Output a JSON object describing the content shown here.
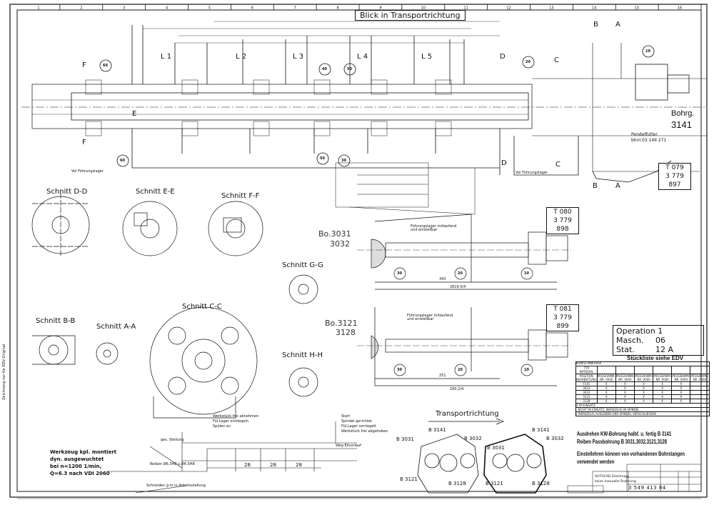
{
  "title": "Blick in Transportrichtung",
  "frame": {
    "top_numbers": [
      "1",
      "2",
      "3",
      "4",
      "5",
      "6",
      "7",
      "8",
      "9",
      "10",
      "11",
      "12",
      "13",
      "14",
      "15",
      "16"
    ]
  },
  "main_view": {
    "bore": "Bohrg.",
    "bore_number": "3141",
    "pendelfutter": "Pendelfutter",
    "pendelfutter_nr": "bhnl.03.149 271",
    "fuehrungslager_left": "Vol Führungslager",
    "fuehrungslager_right": "Vol Führungslager",
    "lanes": [
      "L 1",
      "L 2",
      "L 3",
      "L 4",
      "L 5"
    ],
    "balloons": [
      "60",
      "40",
      "50",
      "20",
      "10",
      "60",
      "50",
      "30"
    ],
    "section_marks": [
      "F",
      "F",
      "D",
      "D",
      "C",
      "C",
      "B",
      "B",
      "A",
      "A",
      "E"
    ]
  },
  "tool_boxes": [
    {
      "line1": "T 079",
      "line2": "3 779 897"
    },
    {
      "line1": "T 080",
      "line2": "3 779 898"
    },
    {
      "line1": "T 081",
      "line2": "3 779 899"
    }
  ],
  "sections": [
    "Schnitt D-D",
    "Schnitt E-E",
    "Schnitt F-F",
    "Schnitt G-G",
    "Schnitt B-B",
    "Schnitt A-A",
    "Schnitt C-C",
    "Schnitt H-H"
  ],
  "detail_views": [
    {
      "bore": "Bo.3031",
      "bore2": "3032",
      "note": "Führungslager mitlaufend und einstellbar",
      "balloons": [
        "30",
        "20",
        "10"
      ],
      "dims": [
        "343",
        "2819.0/4"
      ]
    },
    {
      "bore": "Bo.3121",
      "bore2": "3128",
      "note": "Führungslager mitlaufend und einstellbar",
      "balloons": [
        "30",
        "20",
        "10"
      ],
      "dims": [
        "251",
        "290.2/4"
      ]
    }
  ],
  "operation": {
    "op_label": "Operation",
    "op_value": "1",
    "masch_label": "Masch.",
    "masch_value": "06",
    "stat_label": "Stat.",
    "stat_value": "12 A"
  },
  "stueckliste": "Stückliste siehe EDV",
  "ruestmatrix": {
    "title": "RUESTMATRIX",
    "typ": "TYP",
    "material": "MATERIAL",
    "position": "POSITION BEARBEITUNG",
    "program": "PROGRAMM-NR. 0000",
    "rows": [
      {
        "pos": "F141",
        "marks": [
          "X",
          "X",
          "X",
          "X",
          "X",
          "."
        ]
      },
      {
        "pos": "3031",
        "marks": [
          "X",
          "X",
          "X",
          "X",
          "X",
          "."
        ]
      },
      {
        "pos": "3032",
        "marks": [
          "X",
          "X",
          "X",
          "X",
          "X",
          "."
        ]
      },
      {
        "pos": "3121",
        "marks": [
          "X",
          "X",
          "X",
          "X",
          "X",
          "."
        ]
      },
      {
        "pos": "3128",
        "marks": [
          "X",
          "X",
          "X",
          "X",
          "X",
          "."
        ]
      }
    ],
    "legend": [
      "X  IM EINSATZ",
      ".  NICHT IM EINSATZ, WERKZEUG IN SPINDEL",
      "/  WERKZEUG AUSGEBEN UND SPINDEL VERSCHLIESSEN"
    ]
  },
  "notes": {
    "line1": "Ausdrehen KW-Bohrung halbf. u. fertig B 3141",
    "line2": "Reiben Passbohrung B 3031,3032,3121,3128",
    "line3": "Einstellehren können von vorhandenen Bohrstangen",
    "line4": "verwendet werden"
  },
  "werkzeug": [
    "Werkzeug kpl. montiert",
    "dyn. ausgewuchtet",
    "bei n=1200 1/min,",
    "Q=6.3 nach VDI 2060"
  ],
  "transport": "Transportrichtung",
  "bore_labels": [
    "B 3141",
    "B 3031",
    "B 3032",
    "B 3121",
    "B 3128",
    "B 3141",
    "B 3032",
    "B 3031",
    "B 3121",
    "B 3128"
  ],
  "cycle": {
    "labels": [
      "Start",
      "Spindel gerichtet",
      "Fül.Lager verriegelt",
      "Werkstück frei abgehoben",
      "Weg Eilvorlauf",
      "Werkstück frei abnehmen",
      "Fül.Lager entriegeln",
      "Spülen an",
      "ges. Stellung",
      "Reiben Ø6.3H8 u.Ø6.5H8",
      "Schneiden g-m in Arbeitsstellung"
    ],
    "dims": [
      "28",
      "28",
      "28"
    ]
  },
  "titleblock": {
    "autocad": "AUTOCAD Zeichnung",
    "no_manual": "keine manuelle Änderung",
    "number": "3 549 413 84"
  },
  "side_label": "Zeichnung nur für EDV-Original"
}
